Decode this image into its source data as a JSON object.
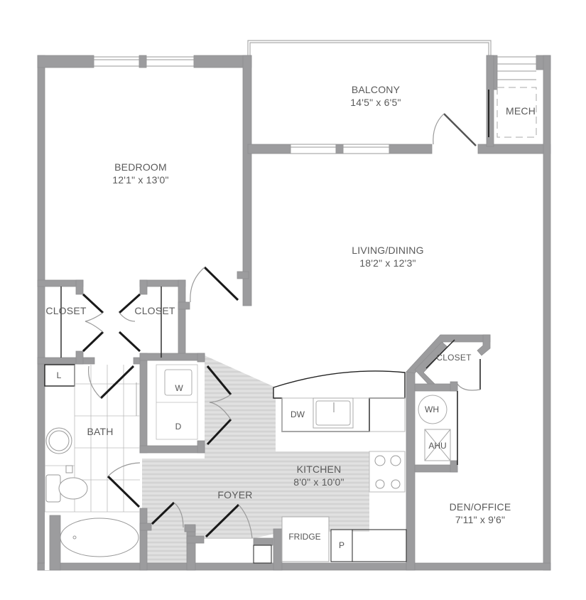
{
  "plan": {
    "colors": {
      "wall": "#9c9c9e",
      "wall_stroke": "#8a8a8c",
      "floor_hatch": "#d9d9d9",
      "text": "#5a5a5a",
      "door": "#1a1a1a",
      "swing": "#9a9a9a"
    },
    "rooms": [
      {
        "id": "bedroom",
        "name": "BEDROOM",
        "dims": "12'1\" x 13'0\""
      },
      {
        "id": "balcony",
        "name": "BALCONY",
        "dims": "14'5\" x 6'5\""
      },
      {
        "id": "living",
        "name": "LIVING/DINING",
        "dims": "18'2\" x 12'3\""
      },
      {
        "id": "kitchen",
        "name": "KITCHEN",
        "dims": "8'0\" x 10'0\""
      },
      {
        "id": "den",
        "name": "DEN/OFFICE",
        "dims": "7'11\" x 9'6\""
      },
      {
        "id": "foyer",
        "name": "FOYER",
        "dims": ""
      },
      {
        "id": "bath",
        "name": "BATH",
        "dims": ""
      },
      {
        "id": "mech",
        "name": "MECH",
        "dims": ""
      }
    ],
    "closets": [
      "CLOSET",
      "CLOSET",
      "CLOSET"
    ],
    "fixtures": {
      "washer": "W",
      "dryer": "D",
      "linen": "L",
      "dishwasher": "DW",
      "fridge": "FRIDGE",
      "pantry": "P",
      "water_heater": "WH",
      "air_handler": "AHU"
    }
  }
}
